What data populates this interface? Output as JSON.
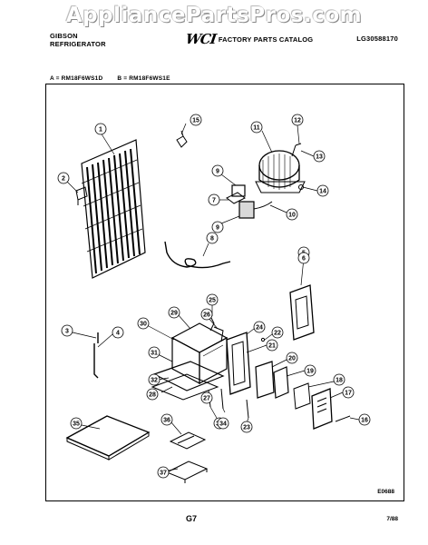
{
  "watermark": "AppliancePartsPros.com",
  "header": {
    "brand_line1": "GIBSON",
    "brand_line2": "REFRIGERATOR",
    "logo": "WCI",
    "catalog_title": "FACTORY PARTS CATALOG",
    "catalog_code": "LG30588170"
  },
  "models": {
    "a": "A = RM18F6WS1D",
    "b": "B = RM18F6WS1E"
  },
  "callouts": [
    "1",
    "2",
    "3",
    "4",
    "5",
    "6",
    "7",
    "8",
    "9",
    "10",
    "11",
    "12",
    "13",
    "14",
    "15",
    "16",
    "17",
    "18",
    "19",
    "20",
    "21",
    "22",
    "23",
    "24",
    "25",
    "26",
    "27",
    "28",
    "29",
    "30",
    "31",
    "32",
    "33",
    "34",
    "35",
    "36",
    "37"
  ],
  "figure_ref": "E0688",
  "footer": {
    "page_code": "G7",
    "date": "7/88"
  }
}
